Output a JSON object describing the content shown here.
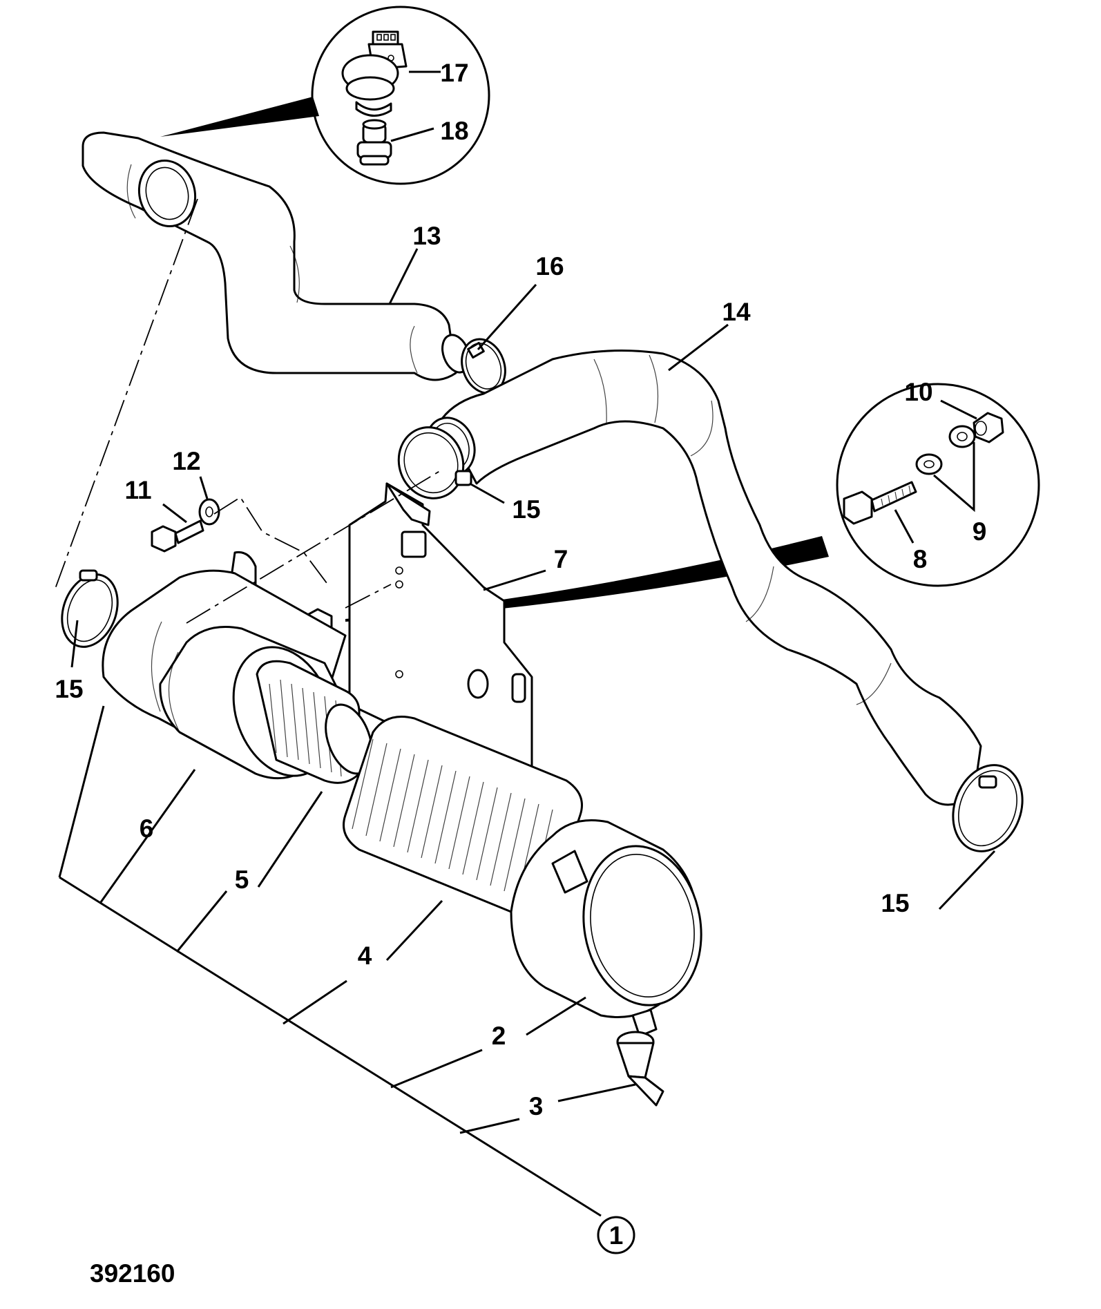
{
  "diagram": {
    "reference_number": "392160",
    "assembly_callout": "1",
    "callouts": [
      {
        "id": "c2",
        "label": "2"
      },
      {
        "id": "c3",
        "label": "3"
      },
      {
        "id": "c4",
        "label": "4"
      },
      {
        "id": "c5",
        "label": "5"
      },
      {
        "id": "c6",
        "label": "6"
      },
      {
        "id": "c7",
        "label": "7"
      },
      {
        "id": "c8",
        "label": "8"
      },
      {
        "id": "c9",
        "label": "9"
      },
      {
        "id": "c10",
        "label": "10"
      },
      {
        "id": "c11",
        "label": "11"
      },
      {
        "id": "c12",
        "label": "12"
      },
      {
        "id": "c13",
        "label": "13"
      },
      {
        "id": "c14",
        "label": "14"
      },
      {
        "id": "c15a",
        "label": "15"
      },
      {
        "id": "c15b",
        "label": "15"
      },
      {
        "id": "c15c",
        "label": "15"
      },
      {
        "id": "c16",
        "label": "16"
      },
      {
        "id": "c17",
        "label": "17"
      },
      {
        "id": "c18",
        "label": "18"
      }
    ]
  }
}
